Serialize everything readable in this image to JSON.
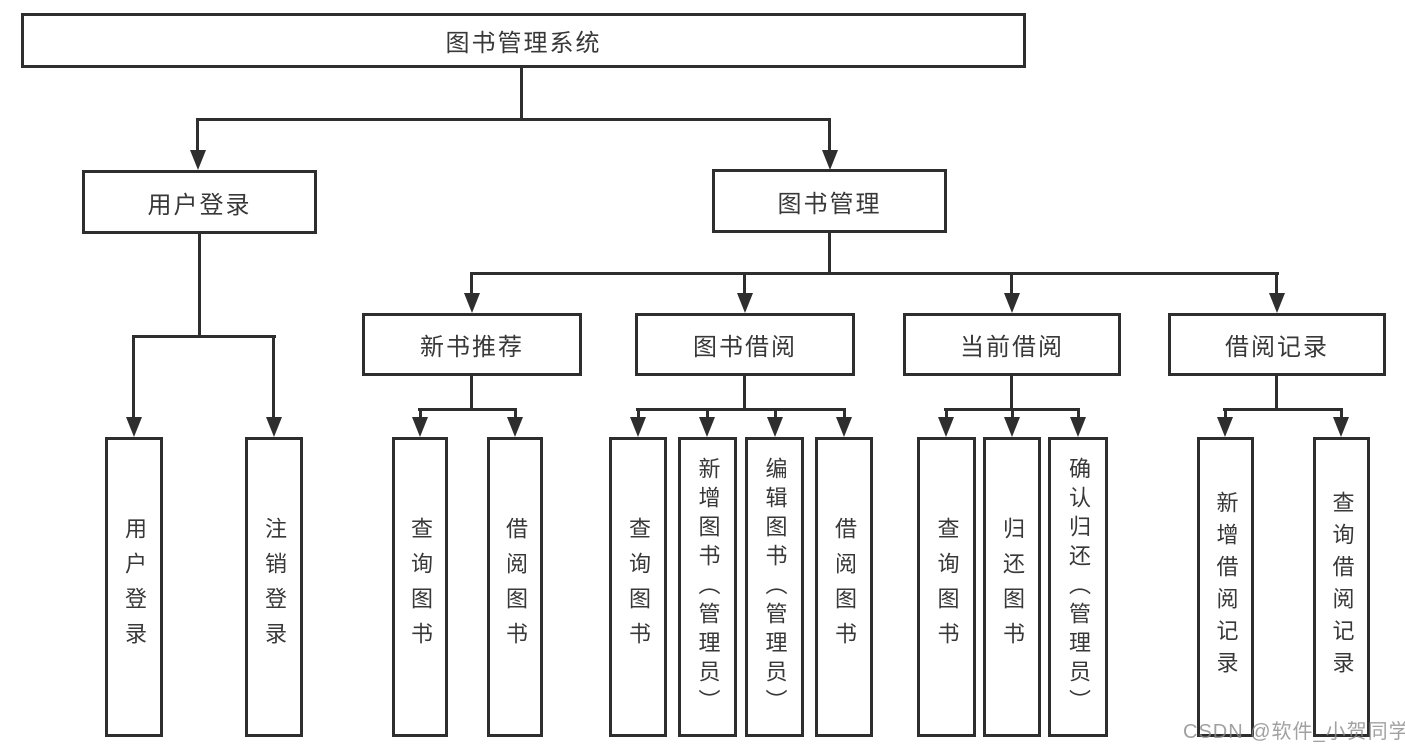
{
  "diagram_title": "图书管理系统",
  "tree": {
    "label": "图书管理系统",
    "children": [
      {
        "label": "用户登录",
        "children": [
          {
            "label": "用户登录"
          },
          {
            "label": "注销登录"
          }
        ]
      },
      {
        "label": "图书管理",
        "children": [
          {
            "label": "新书推荐",
            "children": [
              {
                "label": "查询图书"
              },
              {
                "label": "借阅图书"
              }
            ]
          },
          {
            "label": "图书借阅",
            "children": [
              {
                "label": "查询图书"
              },
              {
                "label": "新增图书（管理员）"
              },
              {
                "label": "编辑图书（管理员）"
              },
              {
                "label": "借阅图书"
              }
            ]
          },
          {
            "label": "当前借阅",
            "children": [
              {
                "label": "查询图书"
              },
              {
                "label": "归还图书"
              },
              {
                "label": "确认归还（管理员）"
              }
            ]
          },
          {
            "label": "借阅记录",
            "children": [
              {
                "label": "新增借阅记录"
              },
              {
                "label": "查询借阅记录"
              }
            ]
          }
        ]
      }
    ]
  },
  "watermark": "CSDN @软件_小贺同学",
  "colors": {
    "line": "#2e2e2e",
    "text": "#383838",
    "background": "#ffffff",
    "watermark": "#8a8a8a"
  }
}
